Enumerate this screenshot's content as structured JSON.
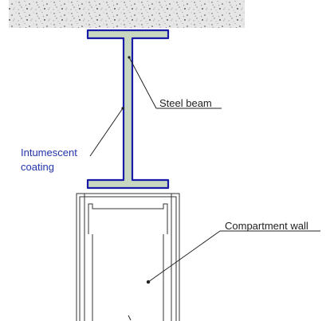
{
  "labels": {
    "steel_beam": "Steel beam",
    "coating_line1": "Intumescent",
    "coating_line2": "coating",
    "compartment_wall": "Compartment wall"
  },
  "colors": {
    "coating_stroke": "#1a1aa8",
    "coating_label": "#2233aa",
    "beam_fill": "#c8d8c0",
    "concrete_fill": "#e4e4e4",
    "line": "#222222"
  }
}
